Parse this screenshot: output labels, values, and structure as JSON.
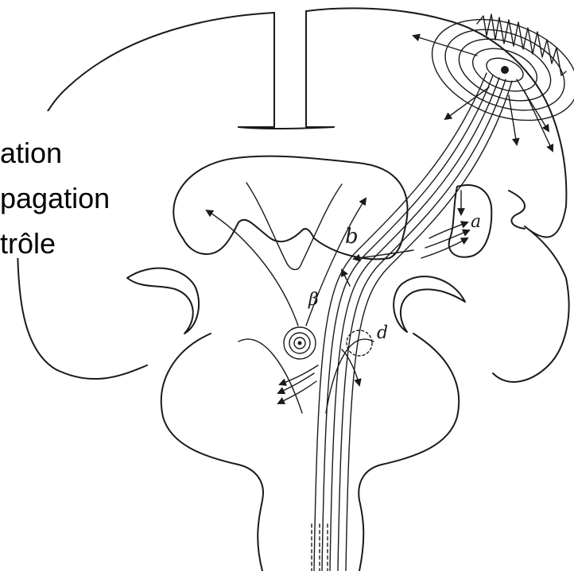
{
  "callout": {
    "lines": [
      "ation",
      "pagation",
      "trôle"
    ]
  },
  "diagram": {
    "labels": {
      "a": "a",
      "b": "b",
      "beta": "β",
      "d": "d"
    }
  },
  "colors": {
    "ink": "#1a1a1a",
    "paper": "#ffffff",
    "callout_text": "#000000"
  }
}
